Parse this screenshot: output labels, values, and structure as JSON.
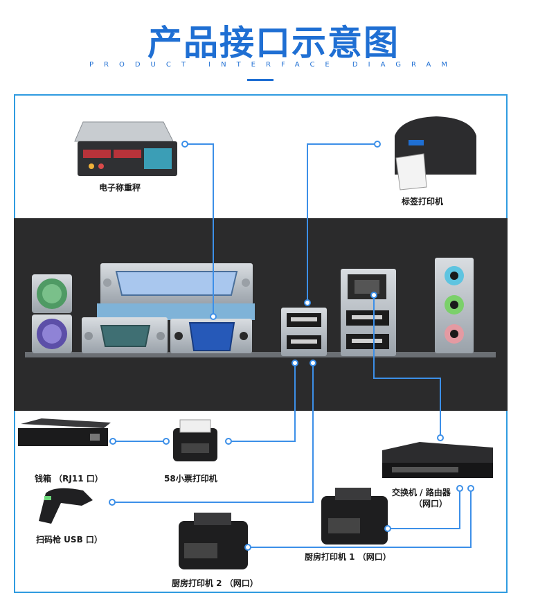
{
  "header": {
    "title": "产品接口示意图",
    "subtitle": "PRODUCT INTERFACE DIAGRAM"
  },
  "devices": {
    "scale": "电子称重秤",
    "label_printer": "标签打印机",
    "cash_drawer": "钱箱  （RJ11 口）",
    "receipt_printer": "58小票打印机",
    "scanner": "扫码枪 USB 口）",
    "switch_line1": "交换机 / 路由器",
    "switch_line2": "（网口）",
    "kitchen_printer_1": "厨房打印机 1  （网口）",
    "kitchen_printer_2": "厨房打印机 2  （网口）"
  },
  "colors": {
    "accent": "#1f6fd3",
    "line": "#3c8fe8",
    "panel": "#2b2b2c"
  }
}
